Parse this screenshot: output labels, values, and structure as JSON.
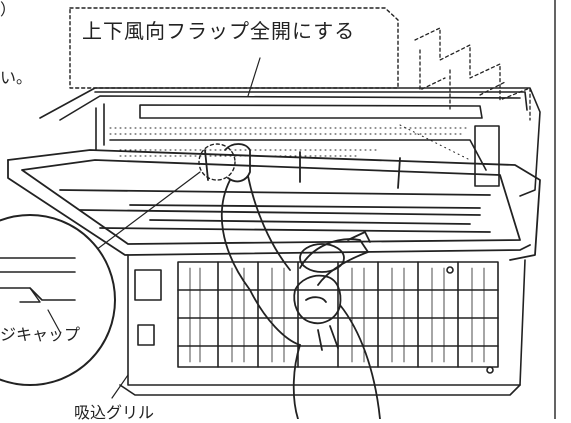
{
  "labels": {
    "flap": "上下風向フラップ全開にする",
    "top_paren": "）",
    "top_fragment": "い。",
    "cap": "ジキャップ",
    "grille": "吸込グリル"
  }
}
